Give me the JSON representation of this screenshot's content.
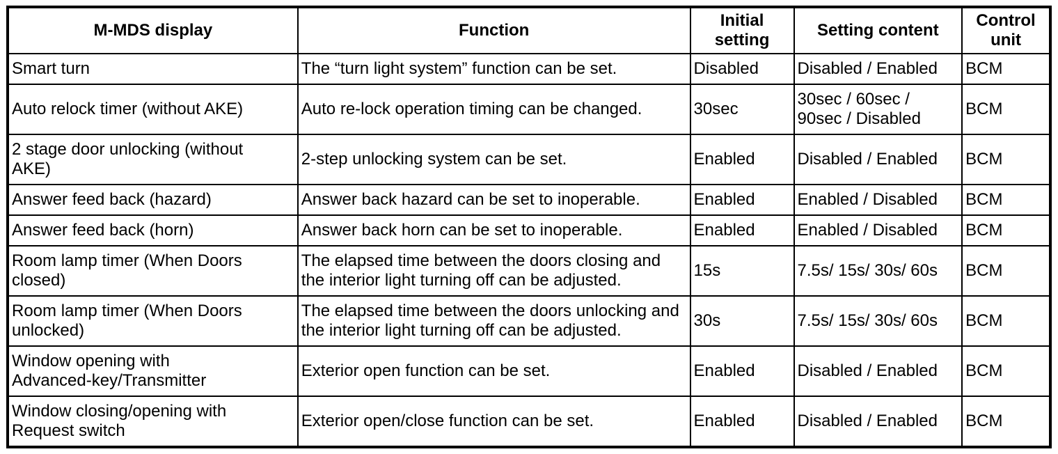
{
  "table": {
    "columns": [
      {
        "key": "display",
        "label": "M-MDS display"
      },
      {
        "key": "function",
        "label": "Function"
      },
      {
        "key": "initial",
        "label": "Initial\nsetting"
      },
      {
        "key": "content",
        "label": "Setting content"
      },
      {
        "key": "unit",
        "label": "Control\nunit"
      }
    ],
    "rows": [
      {
        "display": "Smart turn",
        "function": "The “turn light system” function can be set.",
        "initial": "Disabled",
        "content": "Disabled / Enabled",
        "unit": "BCM"
      },
      {
        "display": "Auto relock timer (without AKE)",
        "function": "Auto re-lock operation timing can be changed.",
        "initial": "30sec",
        "content": "30sec / 60sec /\n90sec / Disabled",
        "unit": "BCM"
      },
      {
        "display": "2 stage door unlocking (without\nAKE)",
        "function": "2-step unlocking system can be set.",
        "initial": "Enabled",
        "content": "Disabled / Enabled",
        "unit": "BCM"
      },
      {
        "display": "Answer feed back (hazard)",
        "function": "Answer back hazard can be set to inoperable.",
        "initial": "Enabled",
        "content": "Enabled / Disabled",
        "unit": "BCM"
      },
      {
        "display": "Answer feed back (horn)",
        "function": "Answer back horn can be set to inoperable.",
        "initial": "Enabled",
        "content": "Enabled / Disabled",
        "unit": "BCM"
      },
      {
        "display": "Room lamp timer (When Doors\nclosed)",
        "function": "The elapsed time between the doors closing and\nthe interior light turning off can be adjusted.",
        "initial": "15s",
        "content": "7.5s/ 15s/ 30s/ 60s",
        "unit": "BCM"
      },
      {
        "display": "Room lamp timer (When Doors\nunlocked)",
        "function": "The elapsed time between the doors unlocking and\nthe interior light turning off can be adjusted.",
        "initial": "30s",
        "content": "7.5s/ 15s/ 30s/ 60s",
        "unit": "BCM"
      },
      {
        "display": "Window opening with\nAdvanced-key/Transmitter",
        "function": "Exterior open function can be set.",
        "initial": "Enabled",
        "content": "Disabled / Enabled",
        "unit": "BCM"
      },
      {
        "display": "Window closing/opening with\nRequest switch",
        "function": "Exterior open/close function can be set.",
        "initial": "Enabled",
        "content": "Disabled / Enabled",
        "unit": "BCM"
      }
    ]
  }
}
